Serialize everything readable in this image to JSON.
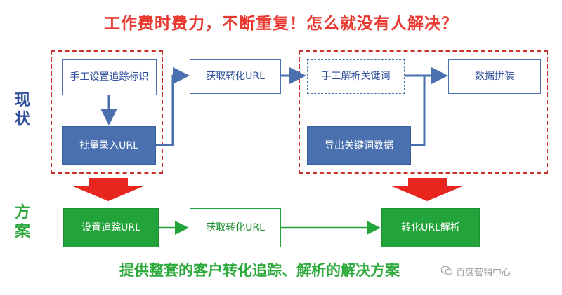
{
  "title": "工作费时费力，不断重复！怎么就没有人解决？",
  "labels": {
    "current": [
      "现",
      "状"
    ],
    "solution": [
      "方",
      "案"
    ]
  },
  "current_boxes": {
    "manual_tracking": "手工设置追踪标识",
    "batch_input": "批量录入URL",
    "get_conversion": "获取转化URL",
    "manual_parse": "手工解析关键词",
    "export_keywords": "导出关键词数据",
    "data_assembly": "数据拼装"
  },
  "solution_boxes": {
    "set_tracking": "设置追踪URL",
    "get_conversion": "获取转化URL",
    "parse_conversion": "转化URL解析"
  },
  "footer": "提供整套的客户转化追踪、解析的解决方案",
  "watermark": "百度营销中心",
  "colors": {
    "red": "#e8382f",
    "blue": "#4a70b0",
    "green": "#23a43a"
  }
}
